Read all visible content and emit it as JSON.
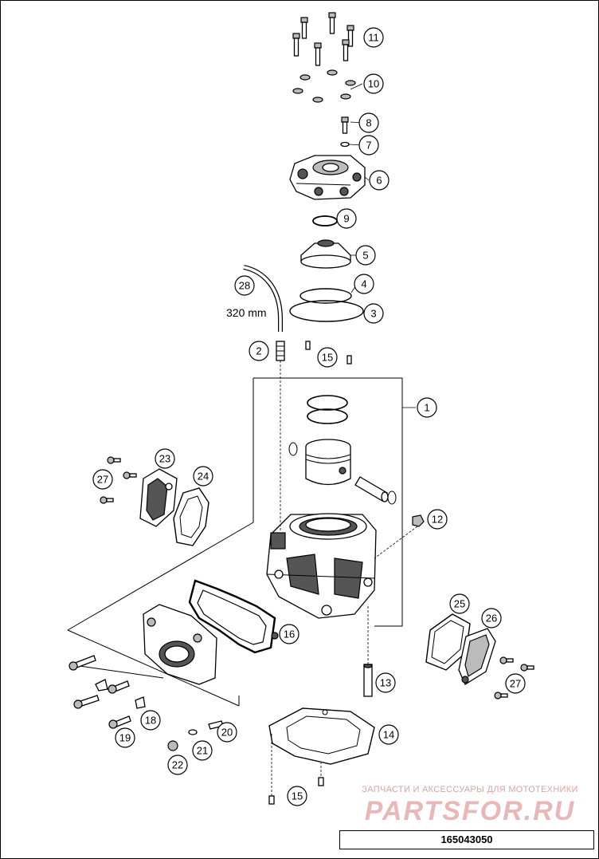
{
  "diagram": {
    "dimension_label": "320 mm",
    "drawing_number": "165043050",
    "watermark": {
      "tagline": "ЗАПЧАСТИ И АКСЕССУАРЫ ДЛЯ МОТОТЕХНИКИ",
      "logo": "PARTSFOR.RU"
    },
    "callouts": [
      {
        "id": "c11",
        "label": "11"
      },
      {
        "id": "c10",
        "label": "10"
      },
      {
        "id": "c8",
        "label": "8"
      },
      {
        "id": "c7",
        "label": "7"
      },
      {
        "id": "c6",
        "label": "6"
      },
      {
        "id": "c9",
        "label": "9"
      },
      {
        "id": "c5",
        "label": "5"
      },
      {
        "id": "c4",
        "label": "4"
      },
      {
        "id": "c3",
        "label": "3"
      },
      {
        "id": "c28",
        "label": "28"
      },
      {
        "id": "c2",
        "label": "2"
      },
      {
        "id": "c15a",
        "label": "15"
      },
      {
        "id": "c1",
        "label": "1"
      },
      {
        "id": "c23",
        "label": "23"
      },
      {
        "id": "c27a",
        "label": "27"
      },
      {
        "id": "c24",
        "label": "24"
      },
      {
        "id": "c12",
        "label": "12"
      },
      {
        "id": "c16",
        "label": "16"
      },
      {
        "id": "c25",
        "label": "25"
      },
      {
        "id": "c26",
        "label": "26"
      },
      {
        "id": "c27b",
        "label": "27"
      },
      {
        "id": "c13",
        "label": "13"
      },
      {
        "id": "c18",
        "label": "18"
      },
      {
        "id": "c19",
        "label": "19"
      },
      {
        "id": "c20",
        "label": "20"
      },
      {
        "id": "c21",
        "label": "21"
      },
      {
        "id": "c22",
        "label": "22"
      },
      {
        "id": "c14",
        "label": "14"
      },
      {
        "id": "c15b",
        "label": "15"
      }
    ]
  }
}
